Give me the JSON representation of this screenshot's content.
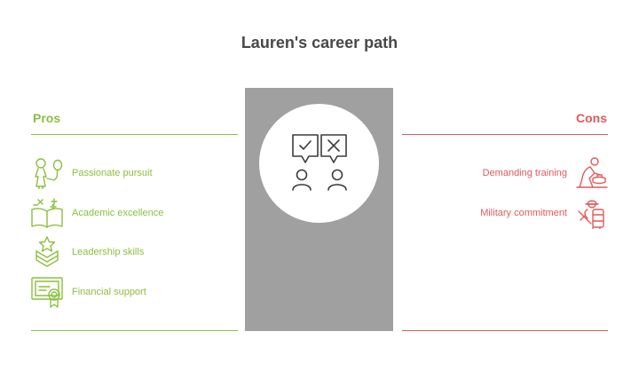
{
  "title": "Lauren's career path",
  "colors": {
    "pros": "#8cbf3f",
    "cons": "#e05a5a",
    "panel": "#a0a0a0",
    "icon_dark": "#3c3c3c"
  },
  "pros": {
    "heading": "Pros",
    "items": [
      {
        "label": "Passionate pursuit",
        "icon": "person-with-balloon-icon"
      },
      {
        "label": "Academic excellence",
        "icon": "open-book-math-icon"
      },
      {
        "label": "Leadership skills",
        "icon": "rank-chevron-star-icon"
      },
      {
        "label": "Financial support",
        "icon": "scholarship-certificate-icon"
      }
    ]
  },
  "cons": {
    "heading": "Cons",
    "items": [
      {
        "label": "Demanding training",
        "icon": "soldier-crawling-icon"
      },
      {
        "label": "Military commitment",
        "icon": "soldier-with-rifle-icon"
      }
    ]
  },
  "center": {
    "icon": "decision-people-check-cross-icon"
  }
}
